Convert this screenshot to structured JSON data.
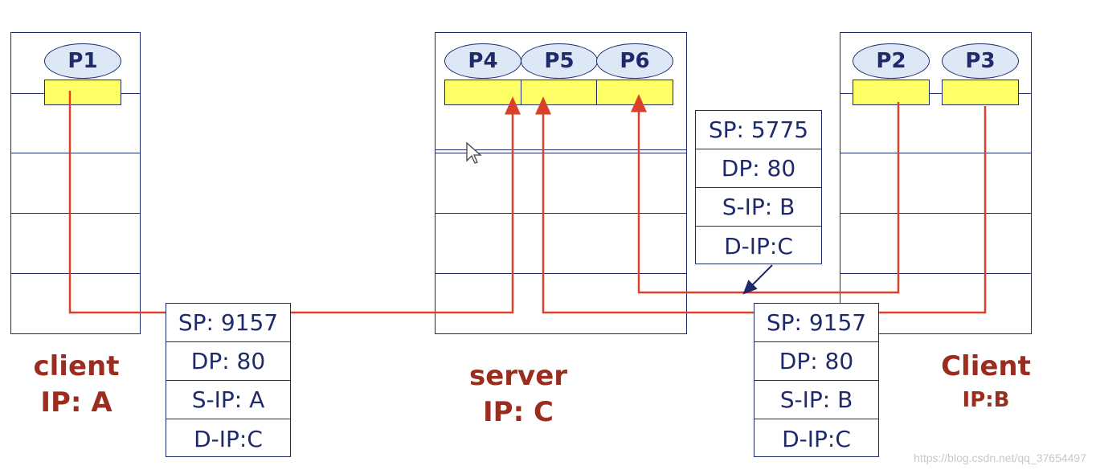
{
  "hosts": {
    "client_a": {
      "label_line1": "client",
      "label_line2": "IP: A",
      "processes": [
        "P1"
      ]
    },
    "server": {
      "label_line1": "server",
      "label_line2": "IP: C",
      "processes": [
        "P4",
        "P5",
        "P6"
      ]
    },
    "client_b": {
      "label_line1": "Client",
      "label_line2": "IP:B",
      "processes": [
        "P2",
        "P3"
      ]
    }
  },
  "segments": {
    "a_to_c": [
      "SP: 9157",
      "DP: 80",
      "S-IP: A",
      "D-IP:C"
    ],
    "b_to_c_1": [
      "SP: 5775",
      "DP: 80",
      "S-IP: B",
      "D-IP:C"
    ],
    "b_to_c_2": [
      "SP: 9157",
      "DP: 80",
      "S-IP: B",
      "D-IP:C"
    ]
  },
  "colors": {
    "outline": "#1f2a6b",
    "socket": "#ffff66",
    "process": "#dde8f6",
    "flow_line": "#d9412b",
    "label": "#9b2d1f"
  },
  "watermark": "https://blog.csdn.net/qq_37654497"
}
